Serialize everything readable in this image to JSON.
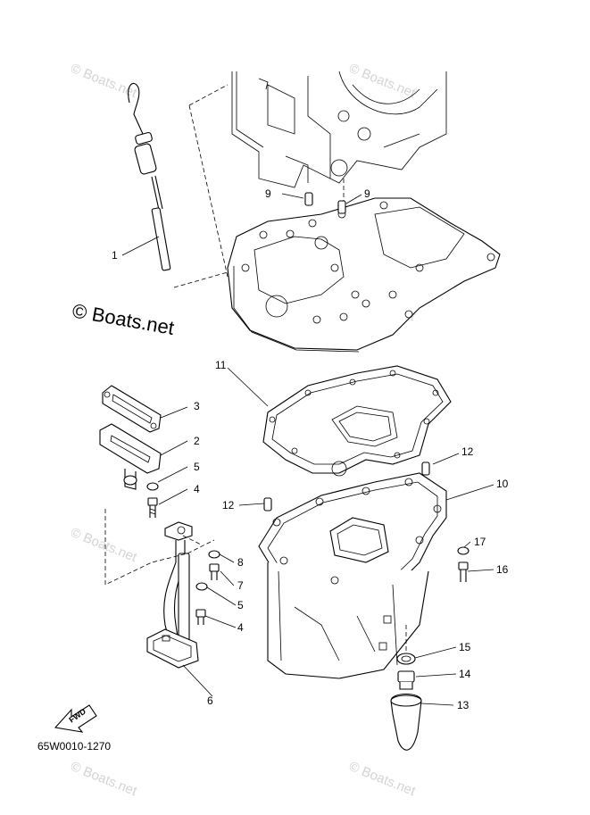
{
  "diagram_code": "65W0010-1270",
  "copyright": "© Boats.net",
  "watermark": "© Boats.net",
  "fwd_label": "FWD",
  "callouts": [
    {
      "id": "c1",
      "label": "1"
    },
    {
      "id": "c9a",
      "label": "9"
    },
    {
      "id": "c9b",
      "label": "9"
    },
    {
      "id": "c11",
      "label": "11"
    },
    {
      "id": "c3",
      "label": "3"
    },
    {
      "id": "c2",
      "label": "2"
    },
    {
      "id": "c5a",
      "label": "5"
    },
    {
      "id": "c4a",
      "label": "4"
    },
    {
      "id": "c12a",
      "label": "12"
    },
    {
      "id": "c10",
      "label": "10"
    },
    {
      "id": "c12b",
      "label": "12"
    },
    {
      "id": "c17",
      "label": "17"
    },
    {
      "id": "c8",
      "label": "8"
    },
    {
      "id": "c16",
      "label": "16"
    },
    {
      "id": "c7",
      "label": "7"
    },
    {
      "id": "c5b",
      "label": "5"
    },
    {
      "id": "c4b",
      "label": "4"
    },
    {
      "id": "c15",
      "label": "15"
    },
    {
      "id": "c6",
      "label": "6"
    },
    {
      "id": "c14",
      "label": "14"
    },
    {
      "id": "c13",
      "label": "13"
    }
  ]
}
